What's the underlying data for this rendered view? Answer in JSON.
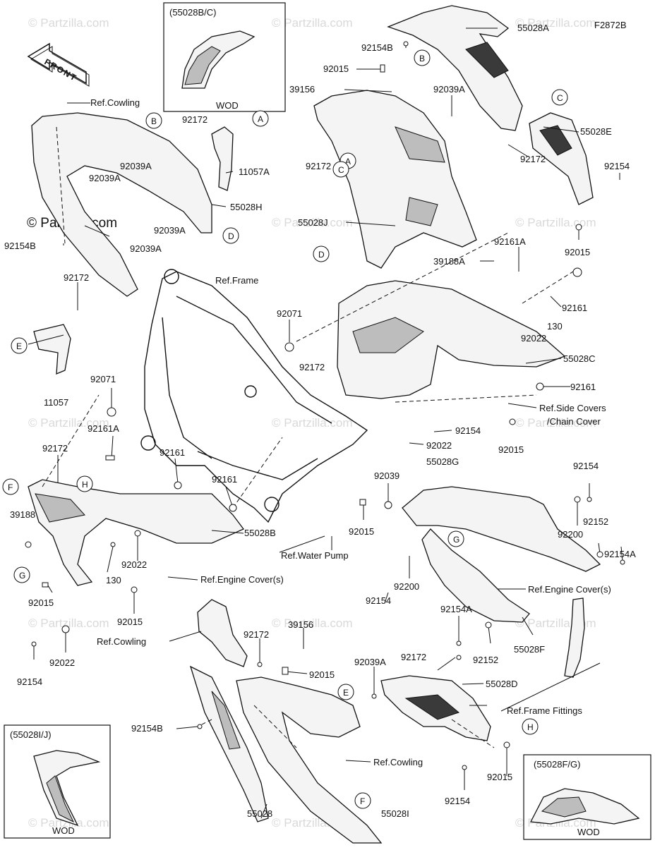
{
  "figure_code": "F2872B",
  "copyright": "© Partzilla.com",
  "watermark": "© Partzilla.com",
  "front_arrow_label": "FRONT",
  "inset_boxes": {
    "top_left": {
      "title": "(55028B/C)",
      "caption": "WOD"
    },
    "bottom_left": {
      "title": "(55028I/J)",
      "caption": "WOD"
    },
    "bottom_right": {
      "title": "(55028F/G)",
      "caption": "WOD"
    }
  },
  "reference_labels": {
    "cowling_top": "Ref.Cowling",
    "frame": "Ref.Frame",
    "side_covers": "Ref.Side Covers",
    "chain_cover": "/Chain Cover",
    "engine_cover_left": "Ref.Engine Cover(s)",
    "engine_cover_right": "Ref.Engine Cover(s)",
    "water_pump": "Ref.Water Pump",
    "cowling_bottom_left": "Ref.Cowling",
    "cowling_bottom_center": "Ref.Cowling",
    "frame_fittings": "Ref.Frame Fittings"
  },
  "callout_letters": [
    "A",
    "B",
    "C",
    "D",
    "E",
    "F",
    "G",
    "H"
  ],
  "part_labels": {
    "p55028A": "55028A",
    "p92154B_top": "92154B",
    "p92015_top": "92015",
    "p39156_top": "39156",
    "p92039A_top": "92039A",
    "p55028E": "55028E",
    "p92172_e": "92172",
    "p92154_e": "92154",
    "p92015_e": "92015",
    "p92172_mid": "92172",
    "p55028J": "55028J",
    "p92161A_r": "92161A",
    "p39188A": "39188A",
    "p92161_r": "92161",
    "p130_r": "130",
    "p92022_r": "92022",
    "p55028C": "55028C",
    "p92161_c": "92161",
    "p92071_c": "92071",
    "p92172_c": "92172",
    "p92154_c": "92154",
    "p92022_c": "92022",
    "p92015_c": "92015",
    "p92172_l": "92172",
    "p11057A": "11057A",
    "p55028H": "55028H",
    "p92039A_l1": "92039A",
    "p92039A_l2": "92039A",
    "p92039A_l3": "92039A",
    "p92039A_l4": "92039A",
    "p92154B_l": "92154B",
    "p92172_l2": "92172",
    "p11057": "11057",
    "p92071_l": "92071",
    "p92161A_l": "92161A",
    "p92161_l": "92161",
    "p92161_l2": "92161",
    "p92172_l3": "92172",
    "p39188": "39188",
    "p55028B": "55028B",
    "p130_l": "130",
    "p92022_l": "92022",
    "p92015_l": "92015",
    "p92015_l2": "92015",
    "p92022_l2": "92022",
    "p92154_l": "92154",
    "p92039_m": "92039",
    "p92015_m": "92015",
    "p55028G": "55028G",
    "p92154_g": "92154",
    "p92200_g": "92200",
    "p92152_g": "92152",
    "p92154A_g": "92154A",
    "p92200_b": "92200",
    "p92154_b": "92154",
    "p92154A_b": "92154A",
    "p92152_b": "92152",
    "p55028F": "55028F",
    "p39156_b": "39156",
    "p92172_b": "92172",
    "p92015_b": "92015",
    "p92039A_b": "92039A",
    "p92172_b2": "92172",
    "p55028D": "55028D",
    "p92154B_b": "92154B",
    "p92015_b2": "92015",
    "p92154_b2": "92154",
    "p55028": "55028",
    "p55028I": "55028I"
  }
}
